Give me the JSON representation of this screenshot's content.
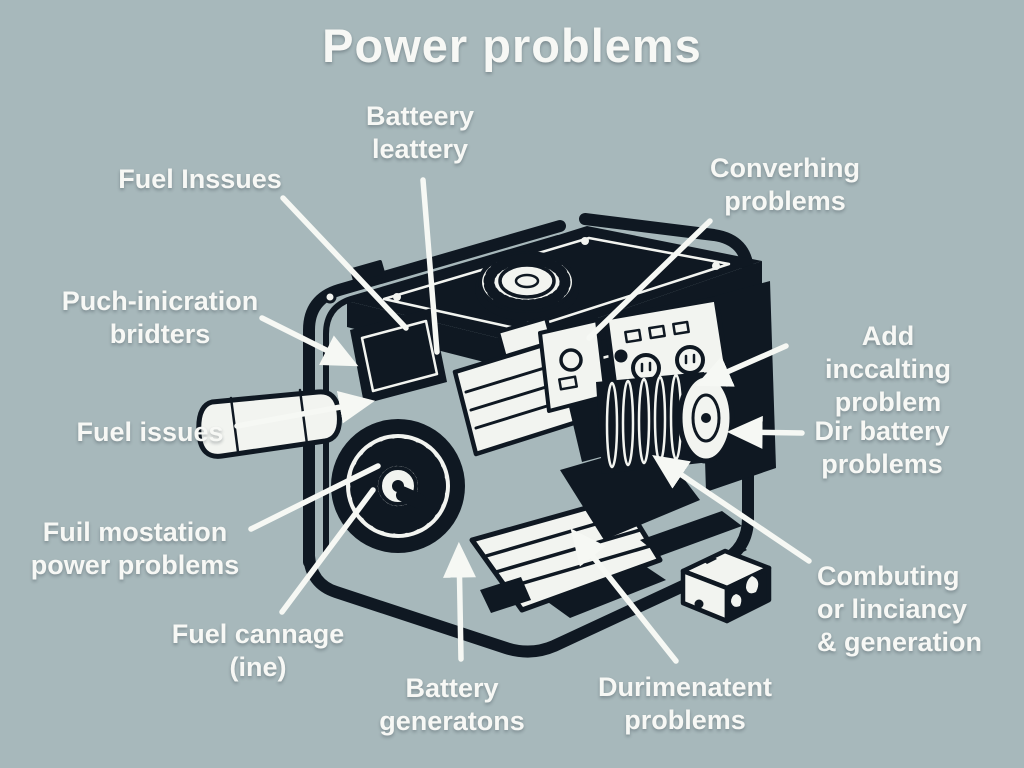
{
  "title": "Power problems",
  "colors": {
    "background": "#a7b8bb",
    "text": "#f7f8f5",
    "ink": "#0f1822",
    "paper": "#f2f4f0",
    "leader_line": "#f6f8f4"
  },
  "illustration": {
    "name": "portable-generator-cutaway",
    "parts": [
      "frame",
      "fuel-tank",
      "fuel-cap",
      "control-panel",
      "outlets",
      "alternator",
      "engine-block",
      "recoil-starter",
      "muffler",
      "base-skid",
      "battery-box"
    ]
  },
  "labels": [
    {
      "id": "batteery-leattery",
      "text": "Batteery\nleattery"
    },
    {
      "id": "fuel-inssues",
      "text": "Fuel Inssues"
    },
    {
      "id": "converhing-problems",
      "text": "Converhing\nproblems"
    },
    {
      "id": "puch-inicration-bridters",
      "text": "Puch-inicration\nbridters"
    },
    {
      "id": "add-inccalting-problem",
      "text": "Add inccalting\nproblem"
    },
    {
      "id": "fuel-issues",
      "text": "Fuel issues"
    },
    {
      "id": "dir-battery-problems",
      "text": "Dir battery\nproblems"
    },
    {
      "id": "fuil-mostation-power-problems",
      "text": "Fuil mostation\npower problems"
    },
    {
      "id": "combuting-or-linciancy-generation",
      "text": "Combuting\nor linciancy\n& generation"
    },
    {
      "id": "fuel-cannage-ine",
      "text": "Fuel cannage\n(ine)"
    },
    {
      "id": "battery-generatons",
      "text": "Battery\ngeneratons"
    },
    {
      "id": "durimenatent-problems",
      "text": "Durimenatent\nproblems"
    }
  ]
}
